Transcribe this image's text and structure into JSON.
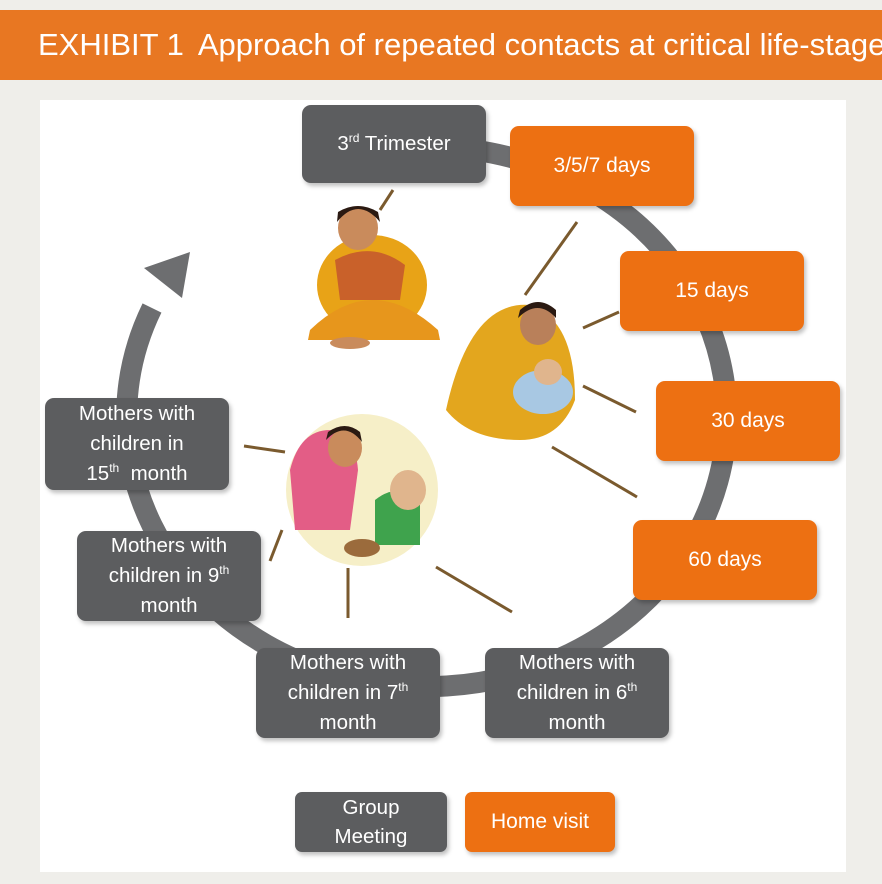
{
  "header": {
    "label": "EXHIBIT 1",
    "title": "Approach of repeated contacts at critical life-stages"
  },
  "stages": {
    "trimester": {
      "pre": "3",
      "sup": "rd",
      "post": " Trimester"
    },
    "days_3_5_7": "3/5/7 days",
    "days_15": "15 days",
    "days_30": "30  days",
    "days_60": "60  days",
    "month_6": {
      "line1": "Mothers with",
      "line2a": "children in 6",
      "sup": "th",
      "line3": "month"
    },
    "month_7": {
      "line1": "Mothers with",
      "line2a": "children in 7",
      "sup": "th",
      "line3": "month"
    },
    "month_9": {
      "line1": "Mothers with",
      "line2a": "children in 9",
      "sup": "th",
      "line3": "month"
    },
    "month_15": {
      "line1": "Mothers with",
      "line2": "children in",
      "line3a": "15",
      "sup": "th",
      "line3b": "  month"
    }
  },
  "legend": {
    "group_meeting_line1": "Group",
    "group_meeting_line2": "Meeting",
    "home_visit": "Home visit"
  },
  "colors": {
    "header": "#e87722",
    "home_visit": "#ed7012",
    "group_meeting": "#5c5d5f",
    "cycle_arrow": "#6d6e70",
    "connector": "#7a5a2e"
  },
  "illustrations": [
    "pregnant-woman",
    "mother-breastfeeding-infant",
    "mother-feeding-child"
  ]
}
